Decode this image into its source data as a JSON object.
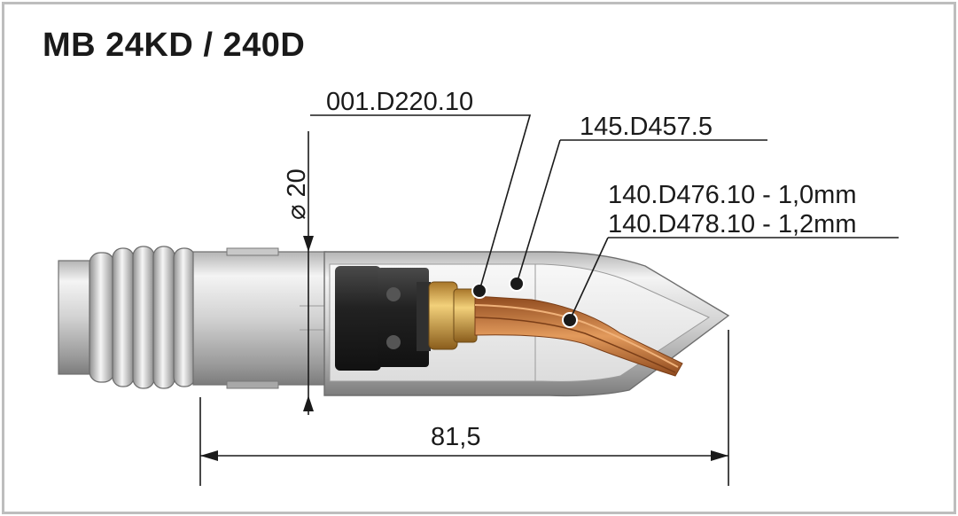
{
  "title": "MB 24KD / 240D",
  "labels": {
    "part_1": "001.D220.10",
    "part_2": "145.D457.5",
    "liner_1": "140.D476.10 - 1,0mm",
    "liner_2": "140.D478.10 - 1,2mm",
    "diameter": "⌀ 20",
    "length": "81,5"
  },
  "colors": {
    "frame": "#bdbdbd",
    "text": "#1a1a1a",
    "metal_light": "#eeeeee",
    "metal_dark": "#8c8c8c",
    "insulator": "#2b2b2b",
    "brass": "#d9a640",
    "copper": "#c87a40"
  }
}
